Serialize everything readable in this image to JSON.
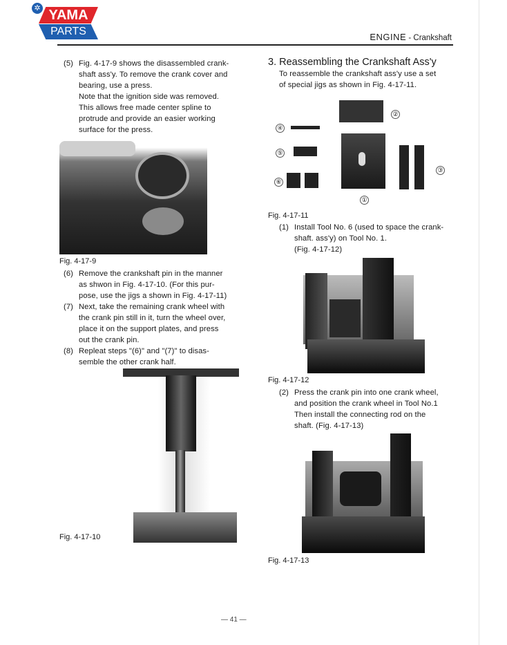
{
  "logo": {
    "line1": "YAMA",
    "line2": "PARTS"
  },
  "header": {
    "section": "ENGINE",
    "subsection": " - Crankshaft"
  },
  "left": {
    "step5": {
      "num": "(5)",
      "lines": [
        "Fig. 4-17-9 shows the disassembled crank-",
        "shaft ass'y. To remove the crank cover and",
        "bearing, use a press.",
        "Note that the ignition side was removed.",
        "This allows free made center spline to",
        "protrude and provide an easier working",
        "surface for the press."
      ]
    },
    "fig1_caption": "Fig. 4-17-9",
    "step6": {
      "num": "(6)",
      "lines": [
        "Remove the crankshaft pin in the manner",
        "as shwon in Fig. 4-17-10. (For this pur-",
        "pose, use the jigs a shown in Fig. 4-17-11)"
      ]
    },
    "step7": {
      "num": "(7)",
      "lines": [
        "Next, take the remaining crank wheel with",
        "the crank pin still in it, turn the wheel over,",
        "place it on the support plates, and press",
        "out the crank pin."
      ]
    },
    "step8": {
      "num": "(8)",
      "lines": [
        "Repleat steps \"(6)\" and \"(7)\" to disas-",
        "semble the other crank half."
      ]
    },
    "fig2_caption": "Fig. 4-17-10"
  },
  "right": {
    "heading": "3. Reassembling the Crankshaft Ass'y",
    "intro": [
      "To reassemble the crankshaft ass'y use a set",
      "of special jigs as shown in Fig. 4-17-11."
    ],
    "jig_labels": [
      "①",
      "②",
      "③",
      "④",
      "⑤",
      "⑥"
    ],
    "fig3_caption": "Fig. 4-17-11",
    "step1": {
      "num": "(1)",
      "lines": [
        "Install Tool No. 6 (used to space the crank-",
        "shaft. ass'y) on Tool No. 1.",
        "(Fig. 4-17-12)"
      ]
    },
    "fig4_caption": "Fig. 4-17-12",
    "step2": {
      "num": "(2)",
      "lines": [
        "Press the crank pin into one crank wheel,",
        "and position the crank wheel in Tool No.1",
        "Then install the connecting rod on the",
        "shaft. (Fig. 4-17-13)"
      ]
    },
    "fig5_caption": "Fig. 4-17-13"
  },
  "page_number": "— 41 —",
  "colors": {
    "logo_red": "#e0262b",
    "logo_blue": "#1f5fb0"
  }
}
